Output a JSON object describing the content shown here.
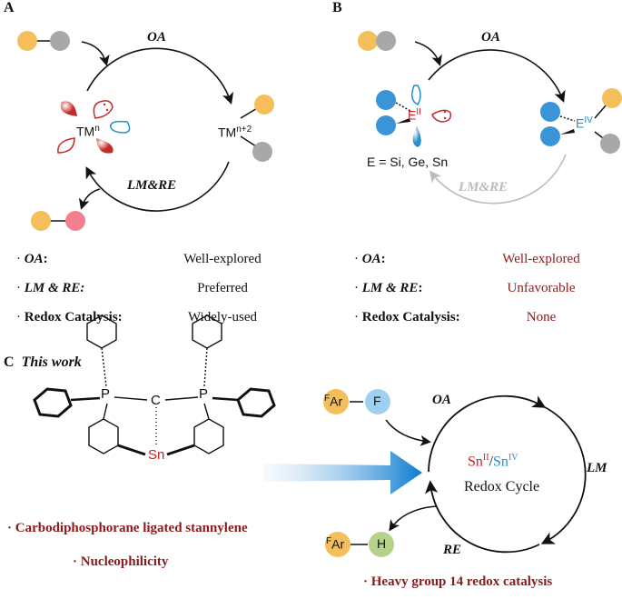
{
  "panel_a": {
    "label": "A",
    "oa": "OA",
    "lmre": "LM&RE",
    "tm": "TM",
    "tm_sup": "n",
    "tm2_sup": "n+2",
    "rows": [
      {
        "key": "OA",
        "suffix": ":",
        "value": "Well-explored"
      },
      {
        "key": "LM & RE:",
        "suffix": "",
        "value": "Preferred"
      },
      {
        "key": "Redox Catalysis:",
        "suffix": "",
        "value": "Widely-used"
      }
    ]
  },
  "panel_b": {
    "label": "B",
    "oa": "OA",
    "lmre": "LM&RE",
    "e": "E",
    "e_sup_ii": "II",
    "e_sup_iv": "IV",
    "elements": "E = Si, Ge, Sn",
    "rows": [
      {
        "key": "OA",
        "suffix": ":",
        "value": "Well-explored"
      },
      {
        "key": "LM & RE",
        "suffix": ":",
        "value": "Unfavorable"
      },
      {
        "key": "Redox Catalysis:",
        "suffix": "",
        "value": "None"
      }
    ]
  },
  "panel_c": {
    "label": "C",
    "subtitle": "This work",
    "p": "P",
    "c": "C",
    "sn": "Sn",
    "features": [
      "· Carbodiphosphorane ligated stannylene",
      "· Nucleophilicity"
    ],
    "cycle": {
      "sn2": "Sn",
      "sup2": "II",
      "slash": "/",
      "sn4": "Sn",
      "sup4": "IV",
      "name": "Redox Cycle",
      "oa": "OA",
      "lm": "LM",
      "re": "RE",
      "substrate": {
        "left": "Ar",
        "left_sup": "F",
        "right": "F"
      },
      "product": {
        "left": "Ar",
        "left_sup": "F",
        "right": "H"
      }
    },
    "conclusion": "· Heavy group 14 redox catalysis"
  },
  "colors": {
    "orange": "#f4bf5a",
    "gray": "#a8a8a8",
    "pink": "#f57f8e",
    "blue": "#3a95d8",
    "light_blue": "#9fd0f0",
    "green": "#b4d28a",
    "dark_red": "#8b1a1a",
    "red": "#cc1f1f"
  }
}
